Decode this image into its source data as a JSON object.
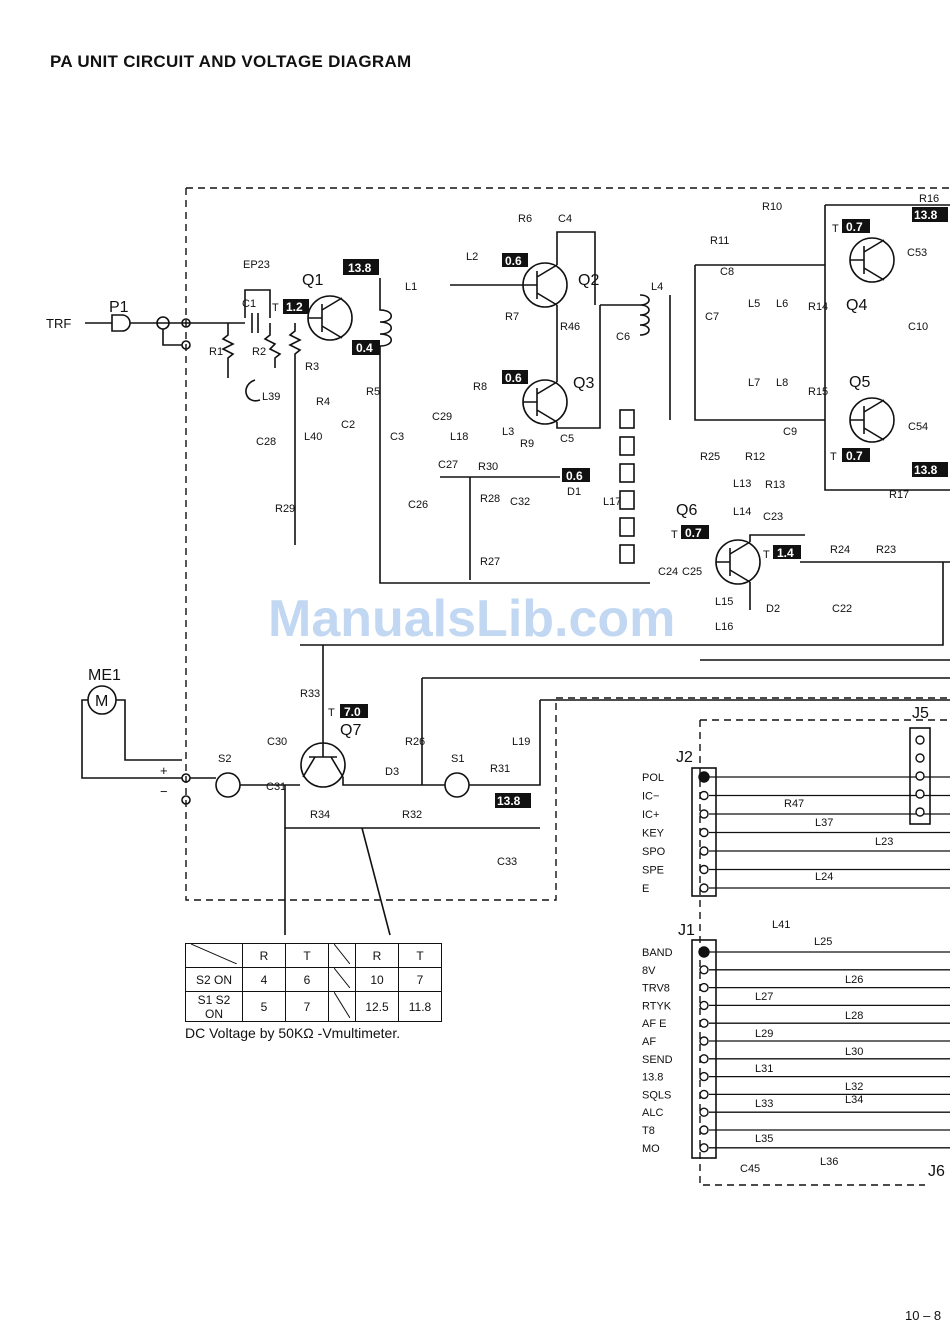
{
  "title": "PA UNIT CIRCUIT AND VOLTAGE DIAGRAM",
  "page_number": "10 – 8",
  "watermark": "ManualsLib.com",
  "voltage_note": "DC Voltage by 50KΩ -Vmultimeter.",
  "voltage_table": {
    "headers": [
      "R",
      "T",
      "R",
      "T"
    ],
    "rows": [
      {
        "label": "S2 ON",
        "values": [
          "4",
          "6",
          "10",
          "7"
        ]
      },
      {
        "label": "S1 S2 ON",
        "values": [
          "5",
          "7",
          "12.5",
          "11.8"
        ]
      }
    ]
  },
  "voltages": {
    "q1_t": "1.2",
    "q1_c": "13.8",
    "q1_e": "0.4",
    "q2_t": "0.6",
    "q3_t": "0.6",
    "d1": "0.6",
    "q4_t": "0.7",
    "q5_t": "0.7",
    "r16": "13.8",
    "r17": "13.8",
    "q6_t": "0.7",
    "q6_e": "1.4",
    "q7_t": "7.0",
    "r31": "13.8"
  },
  "labels": {
    "trf": "TRF",
    "p1": "P1",
    "ep23": "EP23",
    "me1": "ME1",
    "q1": "Q1",
    "q2": "Q2",
    "q3": "Q3",
    "q4": "Q4",
    "q5": "Q5",
    "q6": "Q6",
    "q7": "Q7",
    "s1": "S1",
    "s2": "S2",
    "d1": "D1",
    "d2": "D2",
    "d3": "D3",
    "j1": "J1",
    "j2": "J2",
    "j5": "J5",
    "j6": "J6",
    "plus": "+",
    "minus": "−",
    "r1": "R1",
    "r2": "R2",
    "r3": "R3",
    "r4": "R4",
    "r5": "R5",
    "r6": "R6",
    "r7": "R7",
    "r8": "R8",
    "r9": "R9",
    "r10": "R10",
    "r11": "R11",
    "r12": "R12",
    "r13": "R13",
    "r14": "R14",
    "r15": "R15",
    "r16": "R16",
    "r17": "R17",
    "r23": "R23",
    "r24": "R24",
    "r25": "R25",
    "r26": "R26",
    "r27": "R27",
    "r28": "R28",
    "r29": "R29",
    "r30": "R30",
    "r31": "R31",
    "r32": "R32",
    "r33": "R33",
    "r34": "R34",
    "r46": "R46",
    "r47": "R47",
    "c1": "C1",
    "c2": "C2",
    "c3": "C3",
    "c4": "C4",
    "c5": "C5",
    "c6": "C6",
    "c7": "C7",
    "c8": "C8",
    "c9": "C9",
    "c10": "C10",
    "c22": "C22",
    "c23": "C23",
    "c24": "C24",
    "c25": "C25",
    "c26": "C26",
    "c27": "C27",
    "c28": "C28",
    "c29": "C29",
    "c30": "C30",
    "c31": "C31",
    "c32": "C32",
    "c33": "C33",
    "c45": "C45",
    "c53": "C53",
    "c54": "C54",
    "l1": "L1",
    "l2": "L2",
    "l3": "L3",
    "l4": "L4",
    "l5": "L5",
    "l6": "L6",
    "l7": "L7",
    "l8": "L8",
    "l13": "L13",
    "l14": "L14",
    "l15": "L15",
    "l16": "L16",
    "l17": "L17",
    "l18": "L18",
    "l19": "L19",
    "l23": "L23",
    "l24": "L24",
    "l25": "L25",
    "l26": "L26",
    "l27": "L27",
    "l28": "L28",
    "l29": "L29",
    "l30": "L30",
    "l31": "L31",
    "l32": "L32",
    "l33": "L33",
    "l34": "L34",
    "l35": "L35",
    "l36": "L36",
    "l37": "L37",
    "l39": "L39",
    "l40": "L40",
    "l41": "L41",
    "t": "T"
  },
  "j2_pins": [
    "POL",
    "IC−",
    "IC+",
    "KEY",
    "SPO",
    "SPE",
    "E"
  ],
  "j1_pins": [
    "BAND",
    "8V",
    "TRV8",
    "RTYK",
    "AF E",
    "AF",
    "SEND",
    "13.8",
    "SQLS",
    "ALC",
    "T8",
    "MO"
  ]
}
